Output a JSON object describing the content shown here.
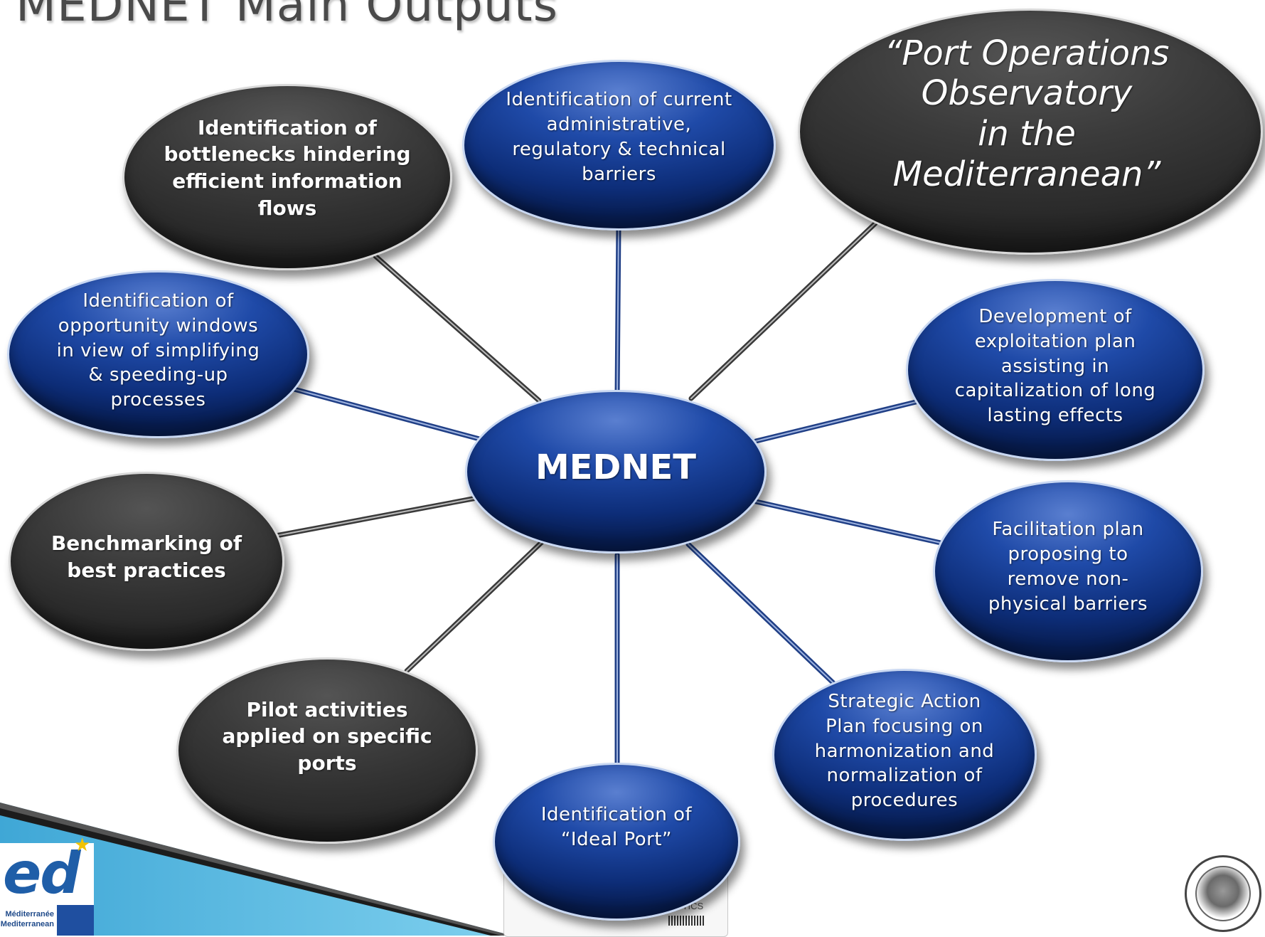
{
  "title": "MEDNET Main Outputs",
  "center": "MEDNET",
  "nodes": {
    "barriers": [
      "Identification of current",
      "administrative,",
      "regulatory & technical",
      "barriers"
    ],
    "observatory": [
      "“Port Operations",
      "Observatory",
      "in the",
      "Mediterranean”"
    ],
    "bottlenecks": [
      "Identification of",
      "bottlenecks hindering",
      "efficient information",
      "flows"
    ],
    "opportunity": [
      "Identification of",
      "opportunity windows",
      "in view of simplifying",
      "& speeding-up",
      "processes"
    ],
    "exploitation": [
      "Development of",
      "exploitation plan",
      "assisting in",
      "capitalization of long",
      "lasting effects"
    ],
    "benchmarking": [
      "Benchmarking of",
      "best practices"
    ],
    "facilitation": [
      "Facilitation plan",
      "proposing to",
      "remove non-",
      "physical barriers"
    ],
    "pilot": [
      "Pilot activities",
      "applied on specific",
      "ports"
    ],
    "strategic": [
      "Strategic Action",
      "Plan focusing on",
      "harmonization and",
      "normalization of",
      "procedures"
    ],
    "ideal_port": [
      "Identification of",
      "“Ideal Port”"
    ]
  },
  "colors": {
    "blue_node": "#1f4aa8",
    "dark_node": "#3b3b3b",
    "connector_blue": "#203f86",
    "connector_dark": "#3a3a3a",
    "band_cyan": "#5ab8de"
  },
  "logos": {
    "left_logo_text": "ed",
    "left_logo_lines": [
      "Méditerranée",
      "Mediterranean"
    ],
    "card_text": "LISTICS"
  }
}
